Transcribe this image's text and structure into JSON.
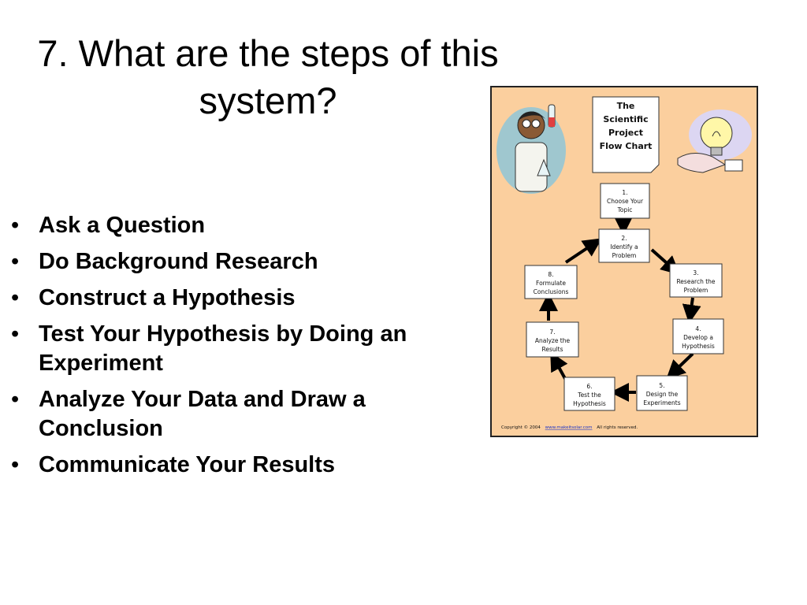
{
  "slide": {
    "title": "7. What are the steps of this system?",
    "bullets": [
      "Ask a Question",
      "Do Background Research",
      "Construct a Hypothesis",
      "Test Your Hypothesis by Doing an Experiment",
      "Analyze Your Data and Draw a Conclusion",
      "Communicate Your Results"
    ]
  },
  "flowchart": {
    "title_lines": [
      "The",
      "Scientific",
      "Project",
      "Flow Chart"
    ],
    "steps": [
      {
        "lines": [
          "1.",
          "Choose Your",
          "Topic"
        ]
      },
      {
        "lines": [
          "2.",
          "Identify a",
          "Problem"
        ]
      },
      {
        "lines": [
          "3.",
          "Research the",
          "Problem"
        ]
      },
      {
        "lines": [
          "4.",
          "Develop a",
          "Hypothesis"
        ]
      },
      {
        "lines": [
          "5.",
          "Design the",
          "Experiments"
        ]
      },
      {
        "lines": [
          "6.",
          "Test the",
          "Hypothesis"
        ]
      },
      {
        "lines": [
          "7.",
          "Analyze the",
          "Results"
        ]
      },
      {
        "lines": [
          "8.",
          "Formulate",
          "Conclusions"
        ]
      }
    ],
    "copyright_prefix": "Copyright © 2004",
    "copyright_link": "www.makeitsolar.com",
    "copyright_suffix": "All rights reserved.",
    "colors": {
      "background": "#fbcf9e",
      "box": "#ffffff",
      "arrow": "#000000"
    }
  }
}
